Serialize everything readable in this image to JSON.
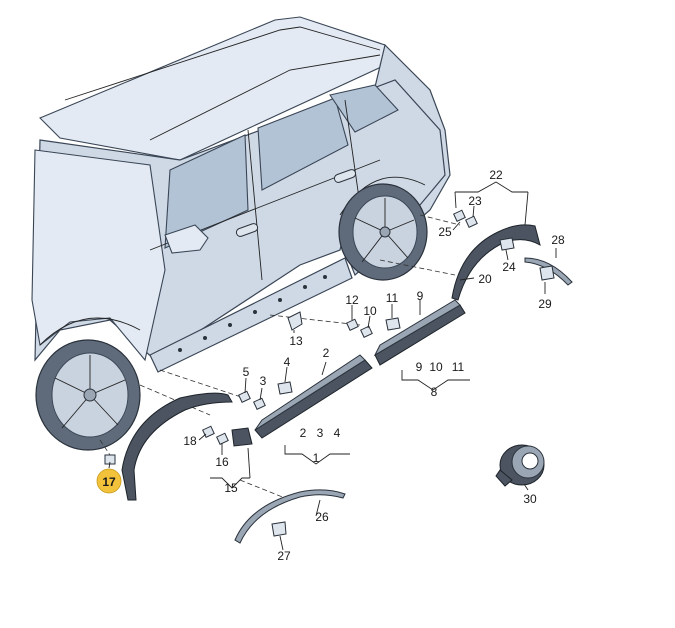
{
  "callouts": {
    "c1": "1",
    "c2": "2",
    "c3": "3",
    "c4": "4",
    "c5": "5",
    "c8": "8",
    "c9": "9",
    "c10": "10",
    "c11": "11",
    "c12": "12",
    "c13": "13",
    "c15": "15",
    "c16": "16",
    "c17": "17",
    "c18": "18",
    "c20": "20",
    "c22": "22",
    "c23": "23",
    "c24": "24",
    "c25": "25",
    "c26": "26",
    "c27": "27",
    "c28": "28",
    "c29": "29",
    "c30": "30"
  },
  "groups": {
    "g1": [
      "2",
      "3",
      "4"
    ],
    "g8": [
      "9",
      "10",
      "11"
    ]
  },
  "colors": {
    "highlight": "#f2c23a",
    "body": "#cfd9e6",
    "outline": "#3a4656"
  }
}
